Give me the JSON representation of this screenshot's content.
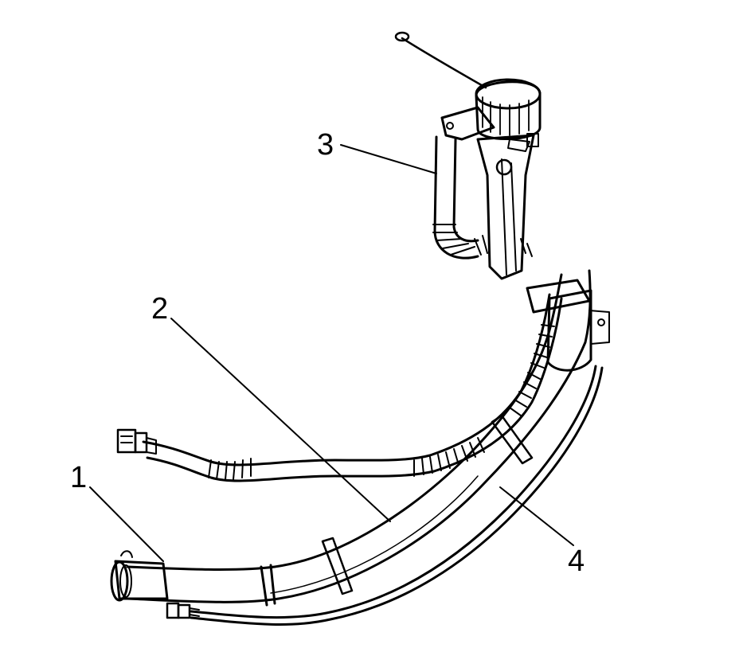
{
  "callouts": [
    {
      "id": "1",
      "label": "1"
    },
    {
      "id": "2",
      "label": "2"
    },
    {
      "id": "3",
      "label": "3"
    },
    {
      "id": "4",
      "label": "4"
    }
  ],
  "colors": {
    "ink": "#000000",
    "paper": "#ffffff",
    "shade": "#dcdcdc"
  }
}
